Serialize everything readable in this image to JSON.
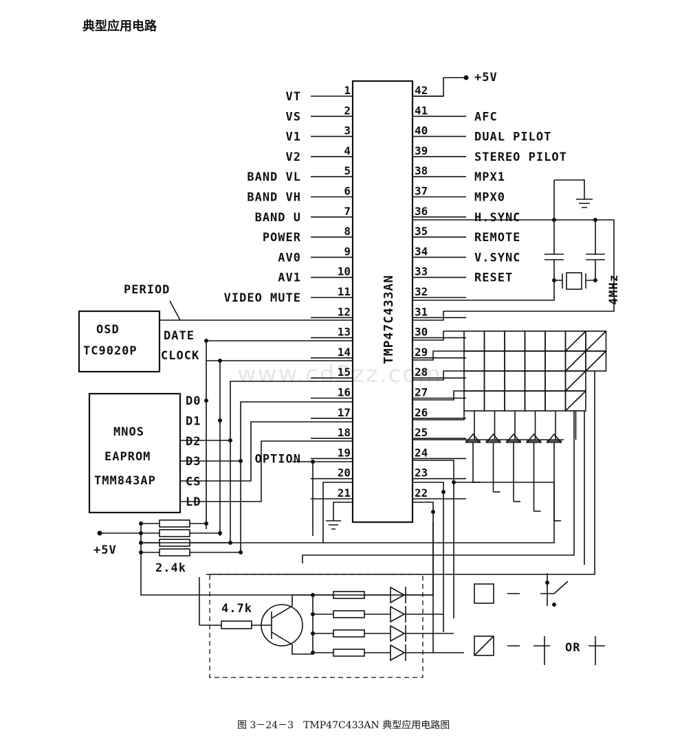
{
  "header": {
    "title": "典型应用电路"
  },
  "watermark": "www.cd5zz.com",
  "chip": {
    "name": "TMP47C433AN",
    "left_pins": [
      {
        "num": "1",
        "label": "VT"
      },
      {
        "num": "2",
        "label": "VS"
      },
      {
        "num": "3",
        "label": "V1"
      },
      {
        "num": "4",
        "label": "V2"
      },
      {
        "num": "5",
        "label": "BAND VL"
      },
      {
        "num": "6",
        "label": "BAND VH"
      },
      {
        "num": "7",
        "label": "BAND U"
      },
      {
        "num": "8",
        "label": "POWER"
      },
      {
        "num": "9",
        "label": "AV0"
      },
      {
        "num": "10",
        "label": "AV1"
      },
      {
        "num": "11",
        "label": "VIDEO MUTE"
      },
      {
        "num": "12",
        "label": ""
      },
      {
        "num": "13",
        "label": ""
      },
      {
        "num": "14",
        "label": ""
      },
      {
        "num": "15",
        "label": ""
      },
      {
        "num": "16",
        "label": ""
      },
      {
        "num": "17",
        "label": ""
      },
      {
        "num": "18",
        "label": ""
      },
      {
        "num": "19",
        "label": "OPTION"
      },
      {
        "num": "20",
        "label": ""
      },
      {
        "num": "21",
        "label": ""
      }
    ],
    "right_pins": [
      {
        "num": "42",
        "label": "+5V"
      },
      {
        "num": "41",
        "label": "AFC"
      },
      {
        "num": "40",
        "label": "DUAL PILOT"
      },
      {
        "num": "39",
        "label": "STEREO PILOT"
      },
      {
        "num": "38",
        "label": "MPX1"
      },
      {
        "num": "37",
        "label": "MPX0"
      },
      {
        "num": "36",
        "label": "H.SYNC"
      },
      {
        "num": "35",
        "label": "REMOTE"
      },
      {
        "num": "34",
        "label": "V.SYNC"
      },
      {
        "num": "33",
        "label": "RESET"
      },
      {
        "num": "32",
        "label": ""
      },
      {
        "num": "31",
        "label": ""
      },
      {
        "num": "30",
        "label": ""
      },
      {
        "num": "29",
        "label": ""
      },
      {
        "num": "28",
        "label": ""
      },
      {
        "num": "27",
        "label": ""
      },
      {
        "num": "26",
        "label": ""
      },
      {
        "num": "25",
        "label": ""
      },
      {
        "num": "24",
        "label": ""
      },
      {
        "num": "23",
        "label": ""
      },
      {
        "num": "22",
        "label": ""
      }
    ]
  },
  "osd": {
    "line1": "OSD",
    "line2": "TC9020P",
    "period": "PERIOD",
    "date": "DATE",
    "clock": "CLOCK"
  },
  "eeprom": {
    "line1": "MNOS",
    "line2": "EAPROM",
    "line3": "TMM843AP",
    "pins": [
      "D0",
      "D1",
      "D2",
      "D3",
      "CS",
      "LD"
    ]
  },
  "supply_label": "+5V",
  "resistor_pack_label": "2.4k",
  "base_resistor_label": "4.7k",
  "crystal_label": "4MHz",
  "legend": {
    "or_label": "OR"
  },
  "caption": "图 3－24－3　TMP47C433AN 典型应用电路图"
}
